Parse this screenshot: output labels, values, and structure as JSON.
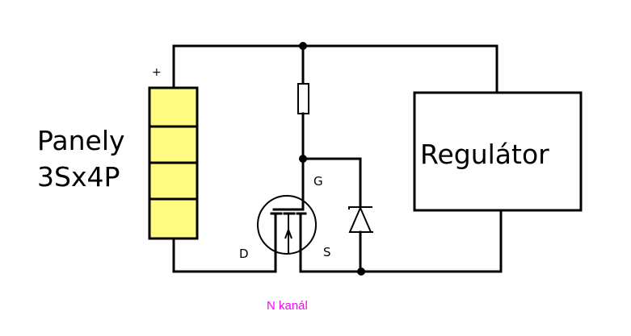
{
  "diagram": {
    "type": "circuit-schematic",
    "panel": {
      "label_line1": "Panely",
      "label_line2": "3Sx4P",
      "polarity_mark": "+",
      "cells": 4,
      "fill_color": "#FFFB80"
    },
    "regulator": {
      "label": "Regulátor"
    },
    "mosfet": {
      "gate_label": "G",
      "drain_label": "D",
      "source_label": "S",
      "channel_note": "N kanál",
      "note_color": "#FF00FF"
    },
    "components": [
      "resistor",
      "zener-diode",
      "n-channel-mosfet",
      "solar-panel",
      "regulator"
    ]
  }
}
